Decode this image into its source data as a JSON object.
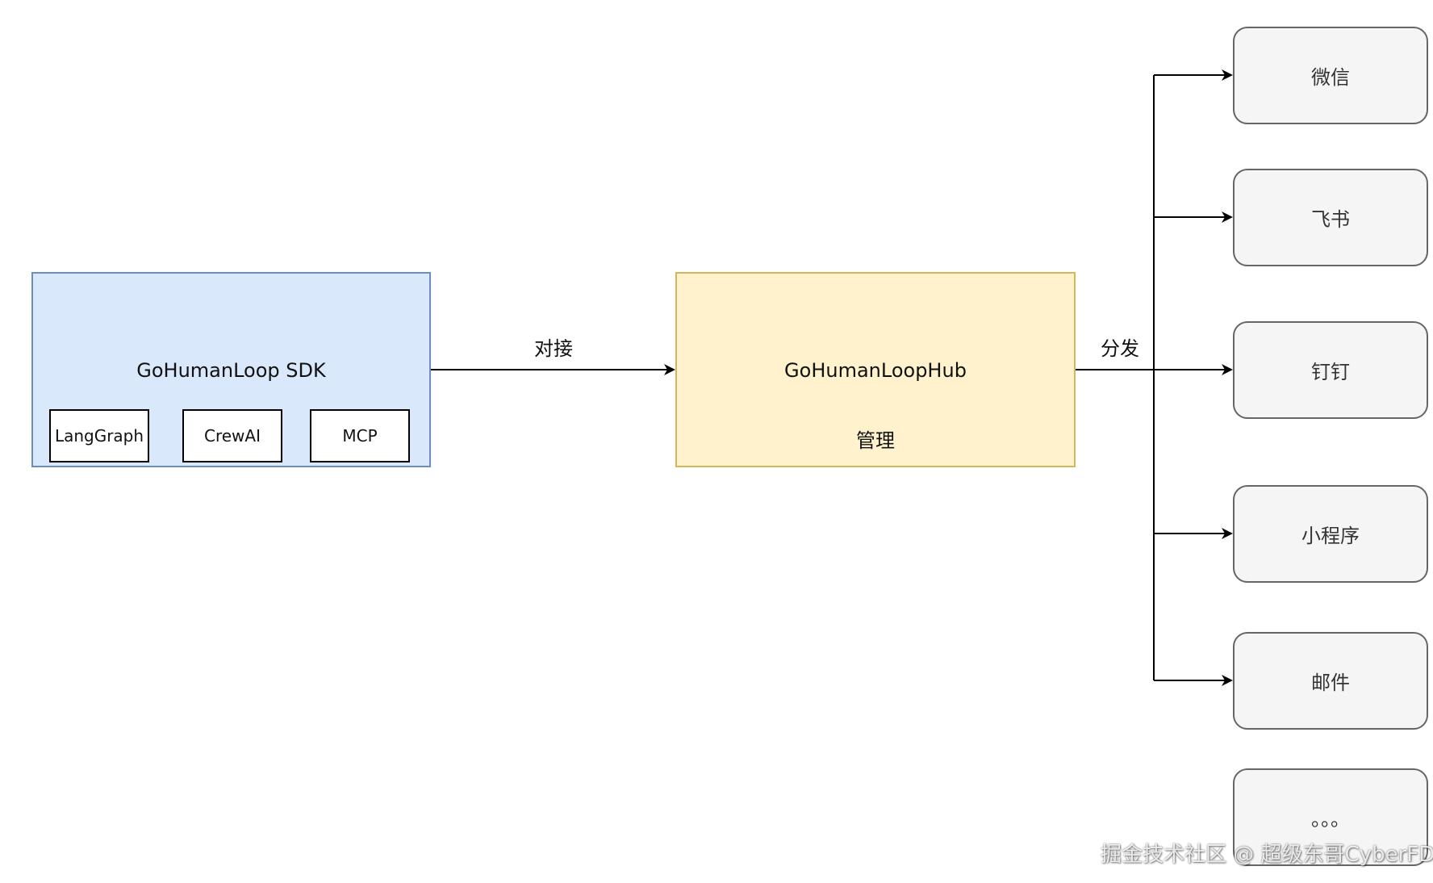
{
  "sdk": {
    "title": "GoHumanLoop SDK",
    "frameworks": [
      "LangGraph",
      "CrewAI",
      "MCP"
    ],
    "fill_color": "#dae8fc",
    "stroke_color": "#6c8ebf"
  },
  "edges": {
    "connect_label": "对接",
    "dispatch_label": "分发"
  },
  "hub": {
    "title": "GoHumanLoopHub",
    "subtitle": "管理",
    "fill_color": "#fff2cc",
    "stroke_color": "#d6b656"
  },
  "channels": [
    "微信",
    "飞书",
    "钉钉",
    "小程序",
    "邮件",
    "。。。"
  ],
  "channel_fill_color": "#f5f5f5",
  "channel_stroke_color": "#666666",
  "watermark": "掘金技术社区 @ 超级东哥CyberFD"
}
